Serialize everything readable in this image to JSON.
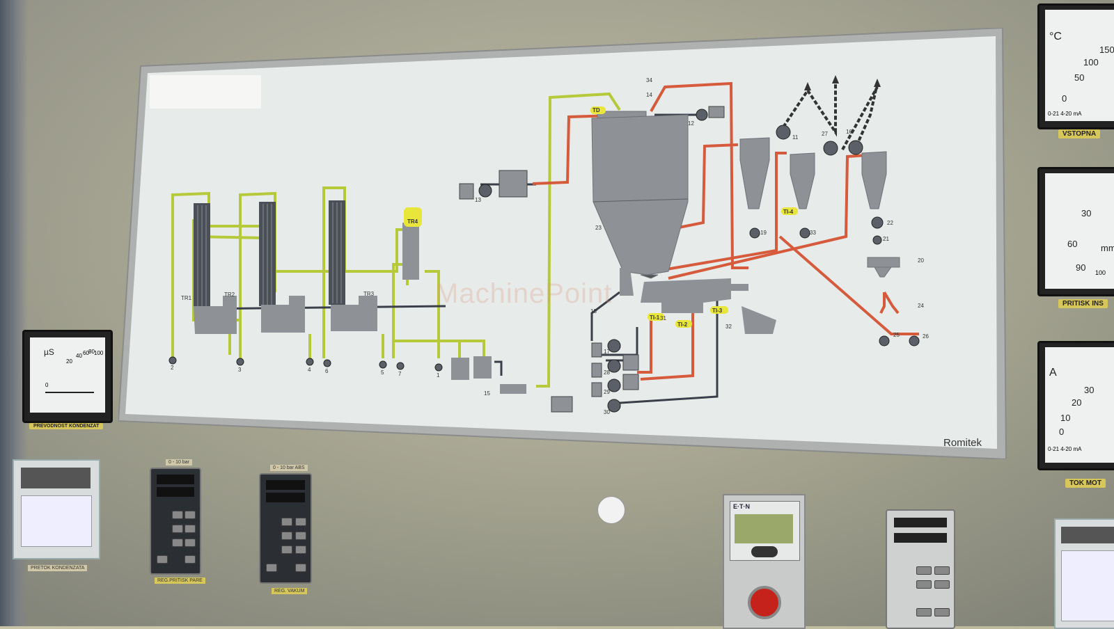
{
  "panel": {
    "brand": "Romitek",
    "watermark": "MachinePoint",
    "tags": {
      "td": "TD",
      "tr1": "TR1",
      "tr2": "TR2",
      "tr3": "TR3",
      "tr4": "TR4",
      "ti1": "TI-1",
      "ti2": "TI-2",
      "ti3": "TI-3",
      "ti4": "TI-4"
    },
    "numbers": [
      "34",
      "14",
      "12",
      "11",
      "27",
      "16",
      "13",
      "23",
      "19",
      "33",
      "22",
      "21",
      "20",
      "18",
      "31",
      "17",
      "28",
      "29",
      "30",
      "32",
      "24",
      "25",
      "26",
      "2",
      "3",
      "4",
      "6",
      "5",
      "7",
      "1",
      "15"
    ]
  },
  "meters": {
    "left": {
      "unit": "µS",
      "scale": [
        "0",
        "20",
        "40",
        "60",
        "80",
        "100"
      ],
      "caption": "PREVODNOST KONDENZAT"
    },
    "right_top": {
      "unit": "°C",
      "scale": [
        "0",
        "50",
        "100",
        "150"
      ],
      "range": "0-21  4-20 mA",
      "caption": "VSTOPNA"
    },
    "right_mid": {
      "unit": "mm",
      "scale": [
        "30",
        "60",
        "90",
        "100"
      ],
      "caption": "PRITISK INS"
    },
    "right_bot": {
      "unit": "A",
      "scale": [
        "0",
        "10",
        "20",
        "30"
      ],
      "range": "0-21  4-20 mA",
      "caption": "TOK MOT"
    }
  },
  "controllers": {
    "c1": {
      "top_label": "0 - 10 bar",
      "caption": "REG.PRITISK PARE"
    },
    "c2": {
      "top_label": "0 - 10 bar ABS",
      "caption": "REG. VAKUM"
    },
    "recorder_caption": "PRETOK KONDENZATA",
    "eaton_brand": "E·T·N"
  },
  "colors": {
    "green_line": "#b6c93a",
    "red_line": "#d65a3c",
    "dark_line": "#3a3f4a",
    "equipment": "#8e9196",
    "tag_yellow": "#e8e63a",
    "panel_bg": "#e9ecea"
  }
}
